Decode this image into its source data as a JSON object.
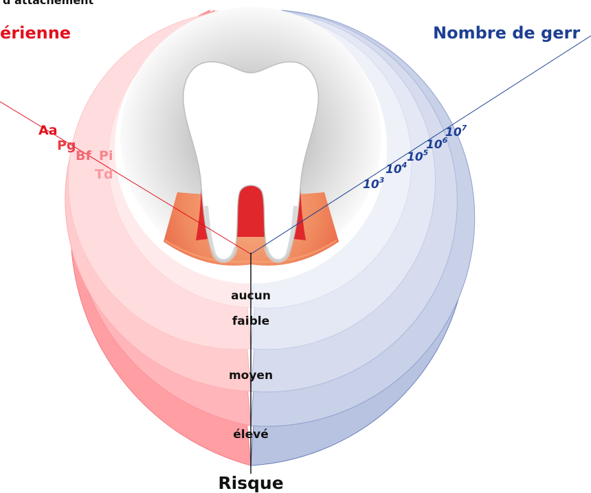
{
  "headings": {
    "attachment": "d attachement",
    "bacteria": "érienne",
    "germs": "Nombre de gerr",
    "risk": "Risque"
  },
  "bacteria_labels": [
    "Aa",
    "Pg",
    "Bf",
    "Pi",
    "Td"
  ],
  "germ_labels": [
    {
      "base": "10",
      "exp": "3"
    },
    {
      "base": "10",
      "exp": "4"
    },
    {
      "base": "10",
      "exp": "5"
    },
    {
      "base": "10",
      "exp": "6"
    },
    {
      "base": "10",
      "exp": "7"
    }
  ],
  "risk_levels": [
    "aucun",
    "faible",
    "moyen",
    "élevé"
  ],
  "colors": {
    "red_accent": "#e3101d",
    "blue_accent": "#1d3f93",
    "red_outer": "#ff9ea3",
    "blue_outer": "#b7c3e0",
    "gum_red": "#e0282c",
    "gum_orange": "#f6a274"
  }
}
